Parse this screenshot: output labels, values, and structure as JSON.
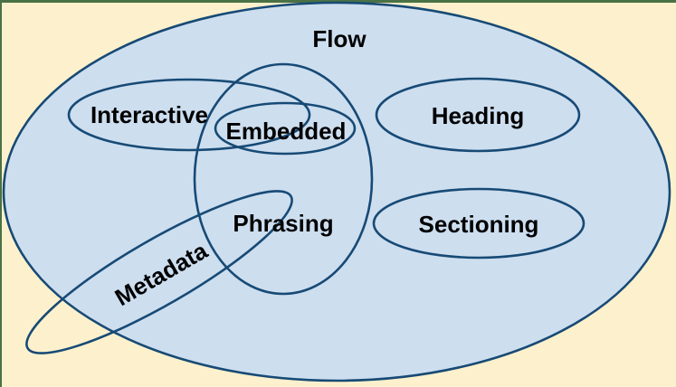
{
  "diagram": {
    "type": "euler-set-diagram",
    "description": "Content category sets shown as overlapping ellipses",
    "sets": {
      "flow": {
        "label": "Flow"
      },
      "interactive": {
        "label": "Interactive"
      },
      "embedded": {
        "label": "Embedded"
      },
      "heading": {
        "label": "Heading"
      },
      "phrasing": {
        "label": "Phrasing"
      },
      "sectioning": {
        "label": "Sectioning"
      },
      "metadata": {
        "label": "Metadata"
      }
    },
    "colors": {
      "canvas_background": "#FDF1CD",
      "flow_fill": "#CDDEEF",
      "ellipse_stroke": "#174A75",
      "frame_border": "#4A7145",
      "label_text": "#000000"
    }
  }
}
